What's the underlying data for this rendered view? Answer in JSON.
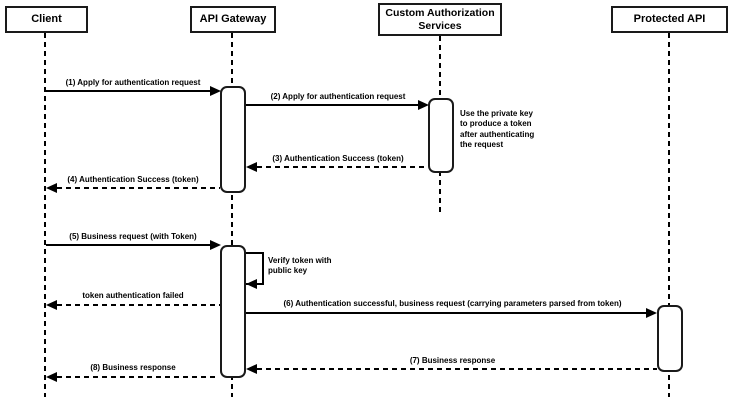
{
  "actors": [
    {
      "label": "Client"
    },
    {
      "label": "API Gateway"
    },
    {
      "label": "Custom Authorization Services"
    },
    {
      "label": "Protected API"
    }
  ],
  "messages": [
    {
      "label": "(1) Apply for authentication request",
      "style": "solid",
      "from": "Client",
      "to": "API Gateway"
    },
    {
      "label": "(2) Apply for authentication request",
      "style": "solid",
      "from": "API Gateway",
      "to": "Custom Authorization Services"
    },
    {
      "label": "(3) Authentication Success (token)",
      "style": "dashed",
      "from": "Custom Authorization Services",
      "to": "API Gateway"
    },
    {
      "label": "(4) Authentication Success (token)",
      "style": "dashed",
      "from": "API Gateway",
      "to": "Client"
    },
    {
      "label": "(5) Business request (with Token)",
      "style": "solid",
      "from": "Client",
      "to": "API Gateway"
    },
    {
      "label": "Verify token with public key",
      "style": "self",
      "from": "API Gateway",
      "to": "API Gateway"
    },
    {
      "label": "token authentication failed",
      "style": "dashed",
      "from": "API Gateway",
      "to": "Client"
    },
    {
      "label": "(6) Authentication successful, business request (carrying parameters parsed from token)",
      "style": "solid",
      "from": "API Gateway",
      "to": "Protected API"
    },
    {
      "label": "(7) Business response",
      "style": "dashed",
      "from": "Protected API",
      "to": "API Gateway"
    },
    {
      "label": "(8) Business response",
      "style": "dashed",
      "from": "API Gateway",
      "to": "Client"
    }
  ],
  "notes": [
    {
      "text": "Use the private key to produce a token after authenticating the request"
    }
  ],
  "colors": {
    "line": "#000000",
    "fill": "#ffffff",
    "border": "#1a1a1a"
  }
}
